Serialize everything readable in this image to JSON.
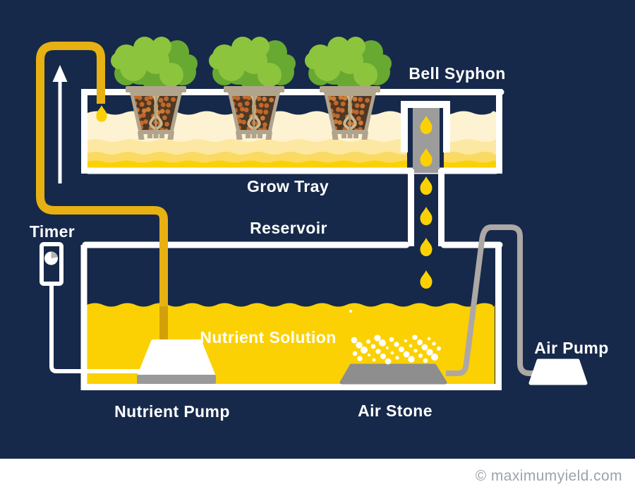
{
  "diagram": {
    "labels": {
      "bell_syphon": "Bell Syphon",
      "grow_tray": "Grow Tray",
      "reservoir": "Reservoir",
      "timer": "Timer",
      "nutrient_solution": "Nutrient Solution",
      "nutrient_pump": "Nutrient Pump",
      "air_stone": "Air Stone",
      "air_pump": "Air Pump"
    },
    "watermark": "© maximumyield.com",
    "colors": {
      "navy": "#16294A",
      "white": "#FFFFFF",
      "solution_yellow": "#FBD104",
      "tray_band1": "#FDF3D3",
      "tray_band2": "#FCE8A2",
      "tray_band3": "#FADA62",
      "pipe_gold": "#E7B113",
      "pipe_gold_dark": "#D2A008",
      "plant_green_light": "#8CC43E",
      "plant_green_mid": "#68A931",
      "pot_tan": "#B1A48D",
      "pot_soil": "#4E3826",
      "pebble_orange": "#C0682B",
      "pebble_orange_light": "#CE7A33",
      "root_tan": "#C9B78F",
      "root_tan_dark": "#AE9D78",
      "syphon_gray": "#9C9C9C",
      "air_tube_gray": "#ADA8A5",
      "air_stone_gray": "#8E8E8E",
      "pump_base_gray": "#999999",
      "clock_gray": "#B5B5B5",
      "watermark_gray": "#9CA3AA"
    }
  }
}
